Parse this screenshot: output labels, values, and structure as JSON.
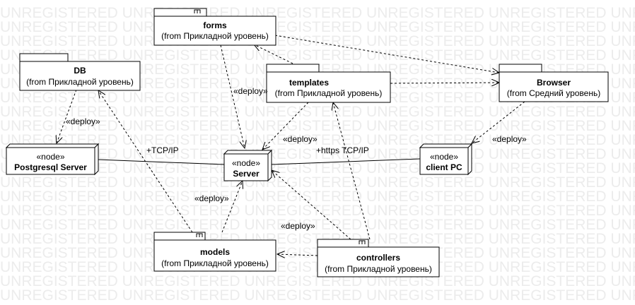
{
  "watermark": {
    "text": "UNREGISTERED UNREGISTERED UNREGISTERED UNREGISTERED UNREGISTERED UNREGISTERED"
  },
  "packages": {
    "forms": {
      "name": "forms",
      "from": "(from Прикладной уровень)"
    },
    "db": {
      "name": "DB",
      "from": "(from Прикладной уровень)"
    },
    "templates": {
      "name": "templates",
      "from": "(from Прикладной уровень)"
    },
    "browser": {
      "name": "Browser",
      "from": "(from Средний уровень)"
    },
    "models": {
      "name": "models",
      "from": "(from Прикладной уровень)"
    },
    "controllers": {
      "name": "controllers",
      "from": "(from Прикладной уровень)"
    }
  },
  "nodes": {
    "postgres": {
      "stereotype": "«node»",
      "name": "Postgresql Server"
    },
    "server": {
      "stereotype": "«node»",
      "name": "Server"
    },
    "client": {
      "stereotype": "«node»",
      "name": "client PC"
    }
  },
  "labels": {
    "deploy": "«deploy»",
    "tcpip": "+TCP/IP",
    "https": "+https TCP/IP"
  },
  "colors": {
    "line": "#000000",
    "box_fill": "#ffffff",
    "watermark": "#ececec"
  }
}
